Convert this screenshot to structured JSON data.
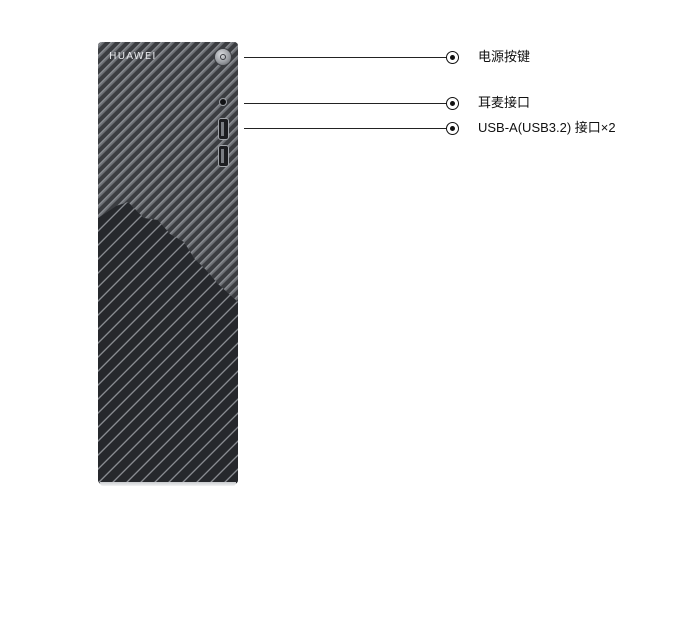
{
  "product": {
    "brand": "HUAWEI"
  },
  "callouts": [
    {
      "id": "power",
      "label": "电源按键",
      "icon": "power-button"
    },
    {
      "id": "audio",
      "label": "耳麦接口",
      "icon": "headset-jack"
    },
    {
      "id": "usb",
      "label": "USB-A(USB3.2) 接口×2",
      "icon": "usb-a-port"
    }
  ],
  "colors": {
    "chassis": "#6b6e73",
    "stripe_dark": "#26282c",
    "callout_line": "#222222"
  }
}
